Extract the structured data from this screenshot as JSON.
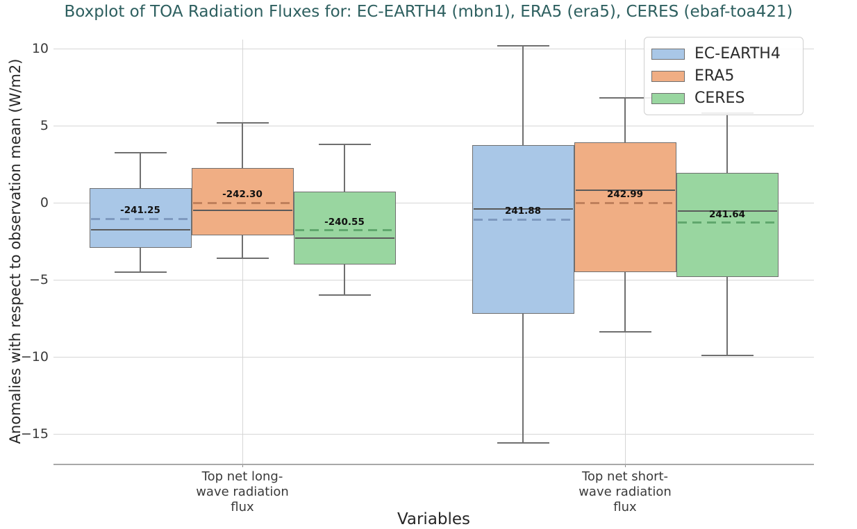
{
  "chart_data": {
    "type": "boxplot",
    "title": "Boxplot of TOA Radiation Fluxes for: EC-EARTH4 (mbn1), ERA5 (era5), CERES (ebaf-toa421)",
    "xlabel": "Variables",
    "ylabel": "Anomalies with respect to observation mean (W/m2)",
    "ylim": [
      -16.9,
      10.6
    ],
    "grid": true,
    "legend_position": "upper right",
    "yticks": [
      {
        "value": 10,
        "label": "10"
      },
      {
        "value": 5,
        "label": "5"
      },
      {
        "value": 0,
        "label": "0"
      },
      {
        "value": -5,
        "label": "−5"
      },
      {
        "value": -10,
        "label": "−10"
      },
      {
        "value": -15,
        "label": "−15"
      }
    ],
    "categories": [
      {
        "label_lines": [
          "Top net long-",
          "wave radiation",
          "flux"
        ]
      },
      {
        "label_lines": [
          "Top net short-",
          "wave radiation",
          "flux"
        ]
      }
    ],
    "series": [
      {
        "name": "EC-EARTH4",
        "fill_color": "#a9c7e7",
        "mean_line_color": "#7e99bf",
        "boxes": [
          {
            "category": 0,
            "whisker_low": -4.5,
            "q1": -2.95,
            "median": -1.75,
            "mean": -1.05,
            "q3": 0.95,
            "whisker_high": 3.25,
            "mean_value_label": "-241.25"
          },
          {
            "category": 1,
            "whisker_low": -15.6,
            "q1": -7.2,
            "median": -0.4,
            "mean": -1.1,
            "q3": 3.75,
            "whisker_high": 10.2,
            "mean_value_label": "241.88"
          }
        ]
      },
      {
        "name": "ERA5",
        "fill_color": "#f0ae84",
        "mean_line_color": "#bf805c",
        "boxes": [
          {
            "category": 0,
            "whisker_low": -3.6,
            "q1": -2.1,
            "median": -0.5,
            "mean": 0.0,
            "q3": 2.25,
            "whisker_high": 5.2,
            "mean_value_label": "-242.30"
          },
          {
            "category": 1,
            "whisker_low": -8.4,
            "q1": -4.5,
            "median": 0.8,
            "mean": 0.0,
            "q3": 3.9,
            "whisker_high": 6.8,
            "mean_value_label": "242.99"
          }
        ]
      },
      {
        "name": "CERES",
        "fill_color": "#99d6a0",
        "mean_line_color": "#60a76d",
        "boxes": [
          {
            "category": 0,
            "whisker_low": -6.0,
            "q1": -4.0,
            "median": -2.3,
            "mean": -1.8,
            "q3": 0.7,
            "whisker_high": 3.8,
            "mean_value_label": "-240.55"
          },
          {
            "category": 1,
            "whisker_low": -9.9,
            "q1": -4.8,
            "median": -0.55,
            "mean": -1.3,
            "q3": 1.95,
            "whisker_high": 5.8,
            "mean_value_label": "241.64"
          }
        ]
      }
    ],
    "colors": {
      "title": "#2d5f5f",
      "gridline": "#d6d6d6",
      "axis_spine": "#a8a8a8",
      "box_edge": "#6f6f6f",
      "median_line": "#5a5a5a",
      "tick_text": "#3a3a3a"
    }
  }
}
